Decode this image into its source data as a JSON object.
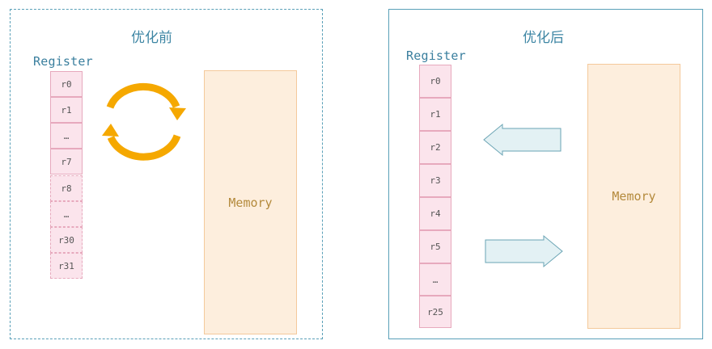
{
  "left_panel": {
    "title": "优化前",
    "register_label": "Register",
    "registers": [
      "r0",
      "r1",
      "…",
      "r7",
      "r8",
      "…",
      "r30",
      "r31"
    ],
    "memory_label": "Memory"
  },
  "right_panel": {
    "title": "优化后",
    "register_label": "Register",
    "registers": [
      "r0",
      "r1",
      "r2",
      "r3",
      "r4",
      "r5",
      "…",
      "r25"
    ],
    "memory_label": "Memory"
  },
  "colors": {
    "frame": "#5aa0b8",
    "register_fill": "#fbe4ec",
    "register_border": "#e7a9bd",
    "memory_fill": "#fdeedd",
    "memory_border": "#f4c99b",
    "cycle_arrows": "#f5a800",
    "flow_arrows": "#e3f1f4"
  }
}
